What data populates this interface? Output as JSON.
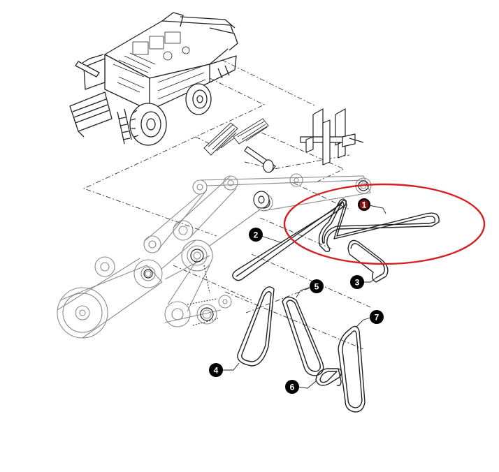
{
  "diagram": {
    "callouts": [
      {
        "id": "1",
        "label": "1",
        "highlighted": true
      },
      {
        "id": "2",
        "label": "2",
        "highlighted": false
      },
      {
        "id": "3",
        "label": "3",
        "highlighted": false
      },
      {
        "id": "4",
        "label": "4",
        "highlighted": false
      },
      {
        "id": "5",
        "label": "5",
        "highlighted": false
      },
      {
        "id": "6",
        "label": "6",
        "highlighted": false
      },
      {
        "id": "7",
        "label": "7",
        "highlighted": false
      }
    ],
    "colors": {
      "line": "#222222",
      "light_line": "#9a9a9a",
      "callout_fill": "#000000",
      "callout_text": "#ffffff",
      "highlight_ring": "#d42020",
      "highlight_callout": "#8a1010"
    }
  }
}
